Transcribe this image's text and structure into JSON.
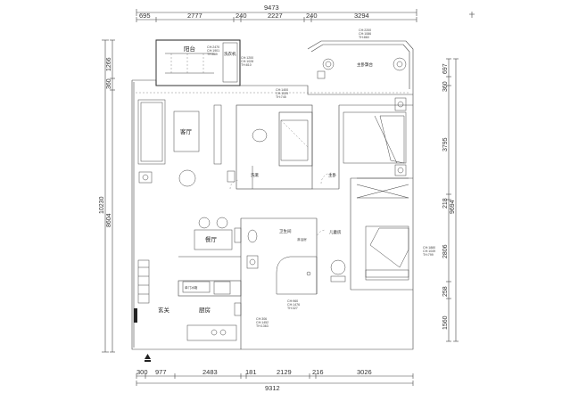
{
  "dimensions": {
    "top_total": "9473",
    "top_segments": [
      "695",
      "2777",
      "240",
      "2227",
      "240",
      "3294"
    ],
    "bottom_segments": [
      "300",
      "977",
      "2483",
      "181",
      "2129",
      "216",
      "3026"
    ],
    "bottom_total": "9312",
    "left_total": "10230",
    "left_segments": [
      "1266",
      "360",
      "8604"
    ],
    "right_total": "9694",
    "right_segments": [
      "697",
      "360",
      "3795",
      "218",
      "2806",
      "258",
      "1560"
    ]
  },
  "rooms": {
    "balcony": "阳台",
    "laundry": "洗衣机",
    "living": "客厅",
    "wash": "洗漱",
    "master": "主卧",
    "master_bay": "主卧飘台",
    "bathroom": "卫生间",
    "shower": "淋浴房",
    "dining": "餐厅",
    "entrance": "玄关",
    "kitchen": "厨房",
    "child": "儿童房",
    "fridge": "单门冰箱"
  },
  "notes": {
    "n1": [
      "CH:2470",
      "CH:1901",
      "TH:889"
    ],
    "n2": [
      "CH:1200",
      "CH:1028",
      "TH:810"
    ],
    "n3": [
      "CH:1400",
      "CH:1009",
      "TH:745"
    ],
    "n4": [
      "CH:2200",
      "CH:1086",
      "TH:860"
    ],
    "n5": [
      "CH:1880",
      "CH:1049",
      "TH:799"
    ],
    "n6": [
      "CH:960",
      "CH:1476",
      "TH:327"
    ],
    "n7": [
      "CH:306",
      "CH:1452",
      "TH:1363"
    ]
  }
}
